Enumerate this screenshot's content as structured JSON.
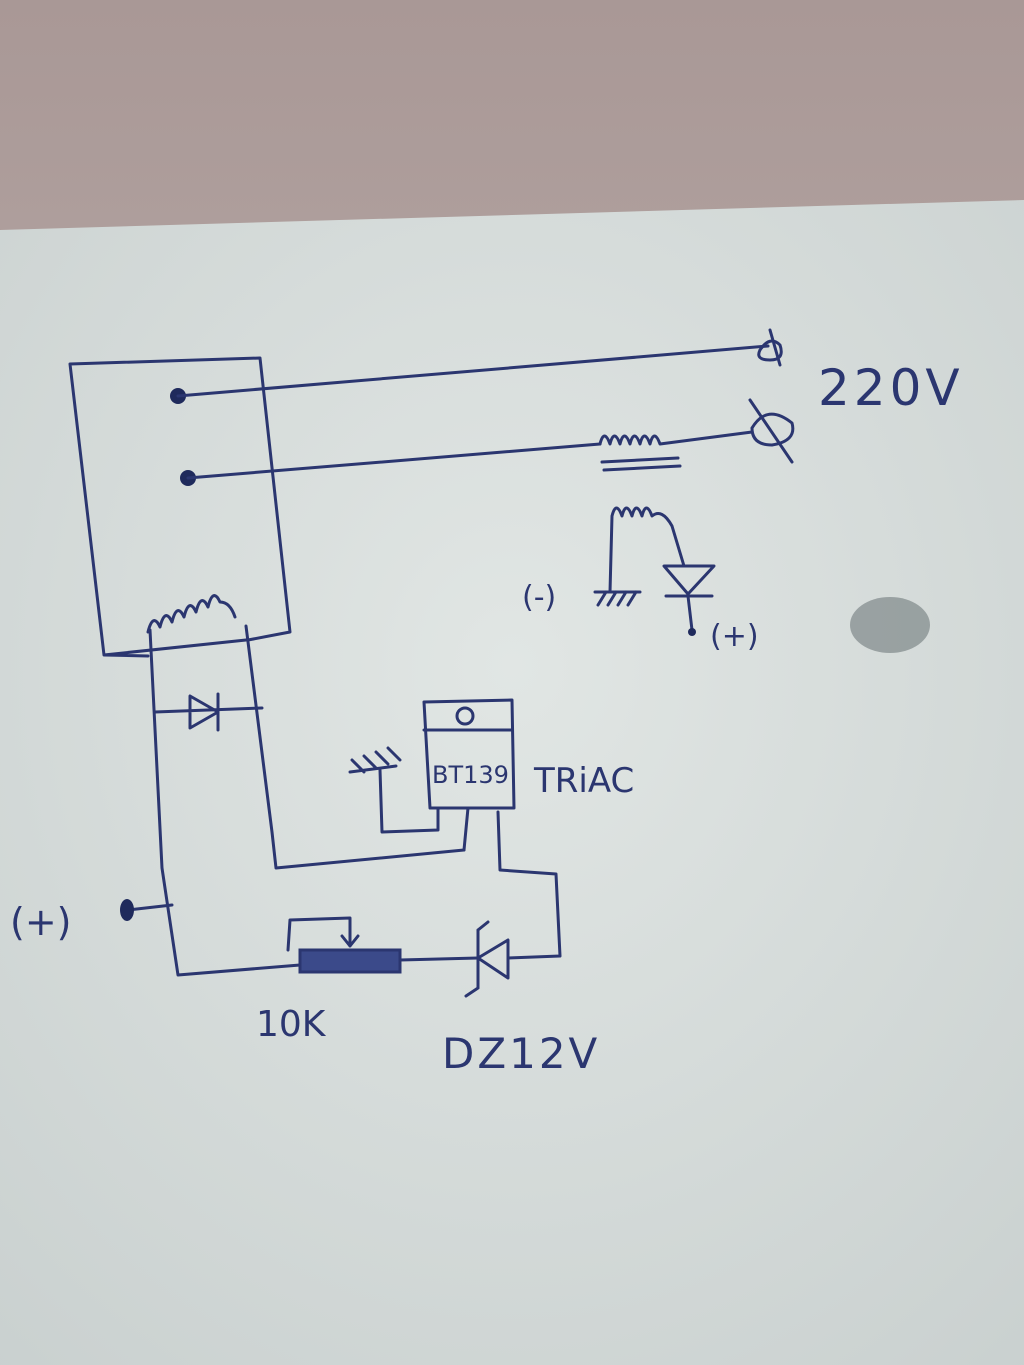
{
  "diagram": {
    "labels": {
      "mains_voltage": "220V",
      "supply_negative": "(-)",
      "supply_positive": "(+)",
      "input_positive": "(+)",
      "triac_part": "BT139",
      "triac_type": "TRiAC",
      "potentiometer": "10K",
      "zener": "DZ12V"
    },
    "colors": {
      "ink": "#2b3670",
      "paper": "#d8dedc",
      "wall": "#b8aaa7"
    }
  }
}
